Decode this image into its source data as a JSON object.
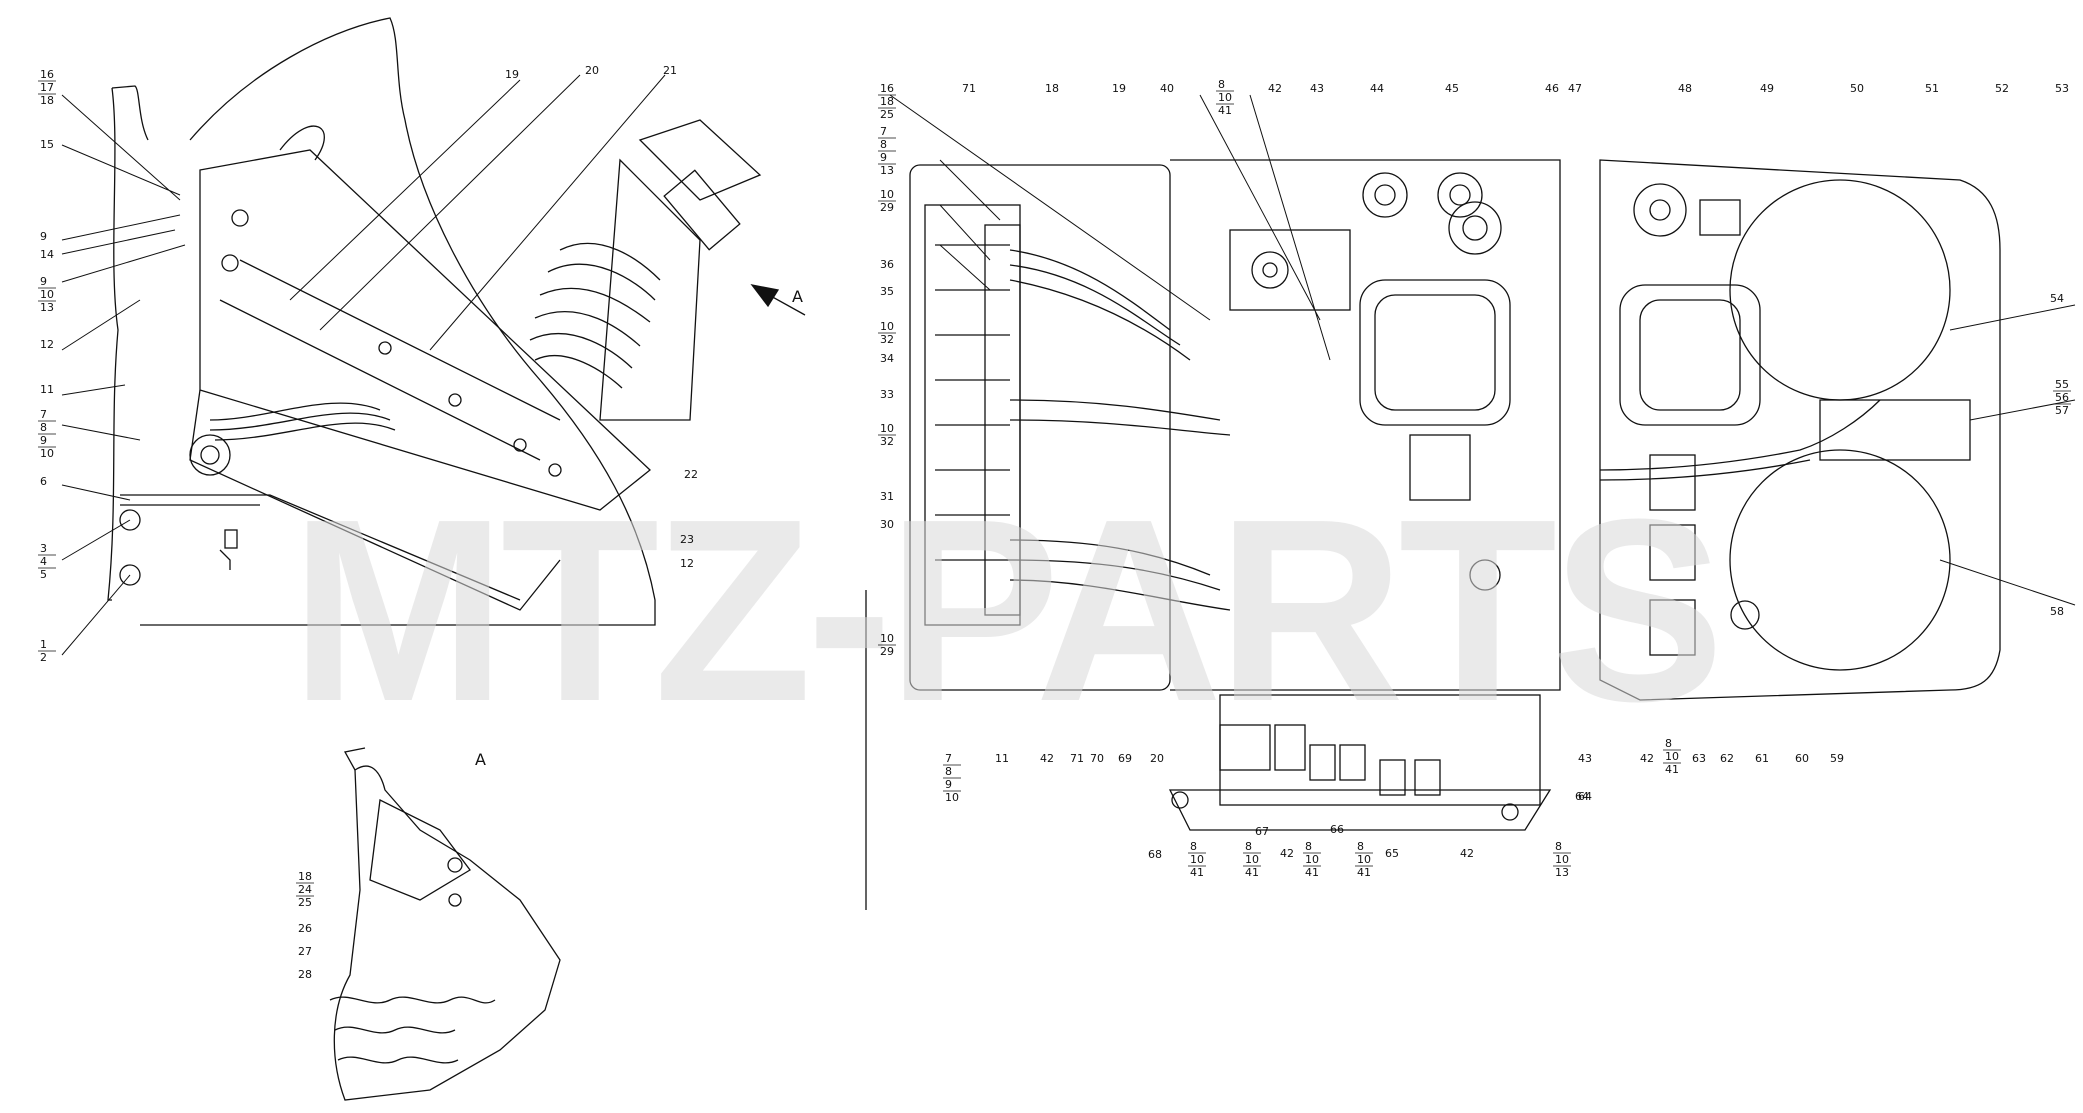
{
  "watermark": "MTZ-PARTS",
  "view_title": "A",
  "view_arrow_label": "A",
  "left_callouts": [
    {
      "id": "c16",
      "lines": [
        "16",
        "17",
        "18"
      ]
    },
    {
      "id": "c15",
      "lines": [
        "15"
      ]
    },
    {
      "id": "c9a",
      "lines": [
        "9"
      ]
    },
    {
      "id": "c14",
      "lines": [
        "14"
      ]
    },
    {
      "id": "c9b",
      "lines": [
        "9",
        "10",
        "13"
      ]
    },
    {
      "id": "c12",
      "lines": [
        "12"
      ]
    },
    {
      "id": "c11",
      "lines": [
        "11"
      ]
    },
    {
      "id": "c7",
      "lines": [
        "7",
        "8",
        "9",
        "10"
      ]
    },
    {
      "id": "c6",
      "lines": [
        "6"
      ]
    },
    {
      "id": "c3",
      "lines": [
        "3",
        "4",
        "5"
      ]
    },
    {
      "id": "c1",
      "lines": [
        "1",
        "2"
      ]
    }
  ],
  "top_left_callouts": [
    "19",
    "20",
    "21"
  ],
  "side_callout": "22",
  "side_stack": [
    "23",
    "12"
  ],
  "viewA_callouts": [
    {
      "id": "a18",
      "lines": [
        "18",
        "24",
        "25"
      ]
    },
    {
      "id": "a26",
      "lines": [
        "26"
      ]
    },
    {
      "id": "a27",
      "lines": [
        "27"
      ]
    },
    {
      "id": "a28",
      "lines": [
        "28"
      ]
    }
  ],
  "right_top_callouts": [
    {
      "id": "r16",
      "lines": [
        "16",
        "18",
        "25"
      ]
    },
    {
      "id": "r71",
      "lines": [
        "71"
      ]
    },
    {
      "id": "r18",
      "lines": [
        "18"
      ]
    },
    {
      "id": "r19",
      "lines": [
        "19"
      ]
    },
    {
      "id": "r40",
      "lines": [
        "40"
      ]
    },
    {
      "id": "r8a",
      "lines": [
        "8",
        "10",
        "41"
      ]
    },
    {
      "id": "r42",
      "lines": [
        "42"
      ]
    },
    {
      "id": "r43",
      "lines": [
        "43"
      ]
    },
    {
      "id": "r44",
      "lines": [
        "44"
      ]
    },
    {
      "id": "r45",
      "lines": [
        "45"
      ]
    },
    {
      "id": "r46",
      "lines": [
        "46"
      ]
    },
    {
      "id": "r47",
      "lines": [
        "47"
      ]
    },
    {
      "id": "r48",
      "lines": [
        "48"
      ]
    },
    {
      "id": "r49",
      "lines": [
        "49"
      ]
    },
    {
      "id": "r50",
      "lines": [
        "50"
      ]
    },
    {
      "id": "r51",
      "lines": [
        "51"
      ]
    },
    {
      "id": "r52",
      "lines": [
        "52"
      ]
    },
    {
      "id": "r53",
      "lines": [
        "53"
      ]
    }
  ],
  "right_left_callouts": [
    {
      "id": "rl7",
      "lines": [
        "7",
        "8",
        "9",
        "13"
      ]
    },
    {
      "id": "rl10a",
      "lines": [
        "10",
        "29"
      ]
    },
    {
      "id": "rl36",
      "lines": [
        "36"
      ]
    },
    {
      "id": "rl35",
      "lines": [
        "35"
      ]
    },
    {
      "id": "rl10b",
      "lines": [
        "10",
        "32"
      ]
    },
    {
      "id": "rl34",
      "lines": [
        "34"
      ]
    },
    {
      "id": "rl33",
      "lines": [
        "33"
      ]
    },
    {
      "id": "rl10c",
      "lines": [
        "10",
        "32"
      ]
    },
    {
      "id": "rl31",
      "lines": [
        "31"
      ]
    },
    {
      "id": "rl30",
      "lines": [
        "30"
      ]
    },
    {
      "id": "rl10d",
      "lines": [
        "10",
        "29"
      ]
    }
  ],
  "right_side_callouts": [
    {
      "id": "rs54",
      "lines": [
        "54"
      ]
    },
    {
      "id": "rs55",
      "lines": [
        "55",
        "56",
        "57"
      ]
    },
    {
      "id": "rs58",
      "lines": [
        "58"
      ]
    }
  ],
  "bottom_callouts": [
    {
      "id": "b7",
      "lines": [
        "7",
        "8",
        "9",
        "10"
      ]
    },
    {
      "id": "b11",
      "lines": [
        "11"
      ]
    },
    {
      "id": "b42a",
      "lines": [
        "42"
      ]
    },
    {
      "id": "b71",
      "lines": [
        "71"
      ]
    },
    {
      "id": "b70",
      "lines": [
        "70"
      ]
    },
    {
      "id": "b69",
      "lines": [
        "69"
      ]
    },
    {
      "id": "b20",
      "lines": [
        "20"
      ]
    },
    {
      "id": "b64a",
      "lines": [
        "64"
      ]
    },
    {
      "id": "b43",
      "lines": [
        "43"
      ]
    },
    {
      "id": "b42b",
      "lines": [
        "42"
      ]
    },
    {
      "id": "b8a",
      "lines": [
        "8",
        "10",
        "41"
      ]
    },
    {
      "id": "b63",
      "lines": [
        "63"
      ]
    },
    {
      "id": "b62",
      "lines": [
        "62"
      ]
    },
    {
      "id": "b61",
      "lines": [
        "61"
      ]
    },
    {
      "id": "b60",
      "lines": [
        "60"
      ]
    },
    {
      "id": "b59",
      "lines": [
        "59"
      ]
    },
    {
      "id": "b64b",
      "lines": [
        "64"
      ]
    }
  ],
  "lower_callouts": [
    {
      "id": "l68",
      "lines": [
        "68"
      ]
    },
    {
      "id": "l8a",
      "lines": [
        "8",
        "10",
        "41"
      ]
    },
    {
      "id": "l67",
      "lines": [
        "67"
      ]
    },
    {
      "id": "l8b",
      "lines": [
        "8",
        "10",
        "41"
      ]
    },
    {
      "id": "l42a",
      "lines": [
        "42"
      ]
    },
    {
      "id": "l8c",
      "lines": [
        "8",
        "10",
        "41"
      ]
    },
    {
      "id": "l66",
      "lines": [
        "66"
      ]
    },
    {
      "id": "l8d",
      "lines": [
        "8",
        "10",
        "41"
      ]
    },
    {
      "id": "l65",
      "lines": [
        "65"
      ]
    },
    {
      "id": "l42b",
      "lines": [
        "42"
      ]
    },
    {
      "id": "l8e",
      "lines": [
        "8",
        "10",
        "13"
      ]
    }
  ]
}
